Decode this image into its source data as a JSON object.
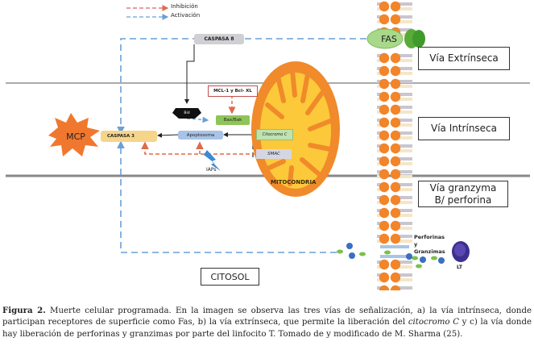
{
  "legend": {
    "items": [
      {
        "label": "Inhibición",
        "color": "#e06060"
      },
      {
        "label": "Activación",
        "color": "#6a9fd8"
      }
    ]
  },
  "nodes": {
    "caspasa8": "CASPASA 8",
    "fas": "FAS",
    "mcl1": "MCL-1 y Bcl- XL",
    "bid": "Bid",
    "baxbak": "Bax/Bak",
    "apoptosoma": "Apoptosoma",
    "caspasa3": "CASPASA 3",
    "mcp": "MCP",
    "citocromo": "Citocromo C",
    "smac": "SMAC",
    "iaps": "IAPs",
    "mitocondria": "MITOCONDRIA",
    "perforinas": "Perforinas y Granzimas",
    "lt": "LT"
  },
  "pathways": {
    "extrinseca": "Vía Extrínseca",
    "intrinseca": "Vía Intrínseca",
    "granzyma": "Vía granzyma B/ perforina"
  },
  "region": {
    "citosol": "CITOSOL"
  },
  "colors": {
    "inhibition": "#e06a4a",
    "activation": "#6a9fd8",
    "mitochondria_outer": "#f08a2a",
    "mitochondria_inner": "#fcc93a",
    "fas_green": "#5aaa3a",
    "membrane_head": "#f2842a"
  },
  "caption": {
    "label": "Figura 2.",
    "text_part1": " Muerte celular programada. En la imagen se observa las tres vías de señalización, a) la vía intrínseca, donde participan receptores de superficie como Fas, b) la vía extrínseca, que permite la liberación del ",
    "italic": "citocromo C",
    "text_part2": " y c) la vía donde hay liberación de perforinas y granzimas por parte del linfocito T. Tomado de y modificado de M. Sharma (25)."
  }
}
